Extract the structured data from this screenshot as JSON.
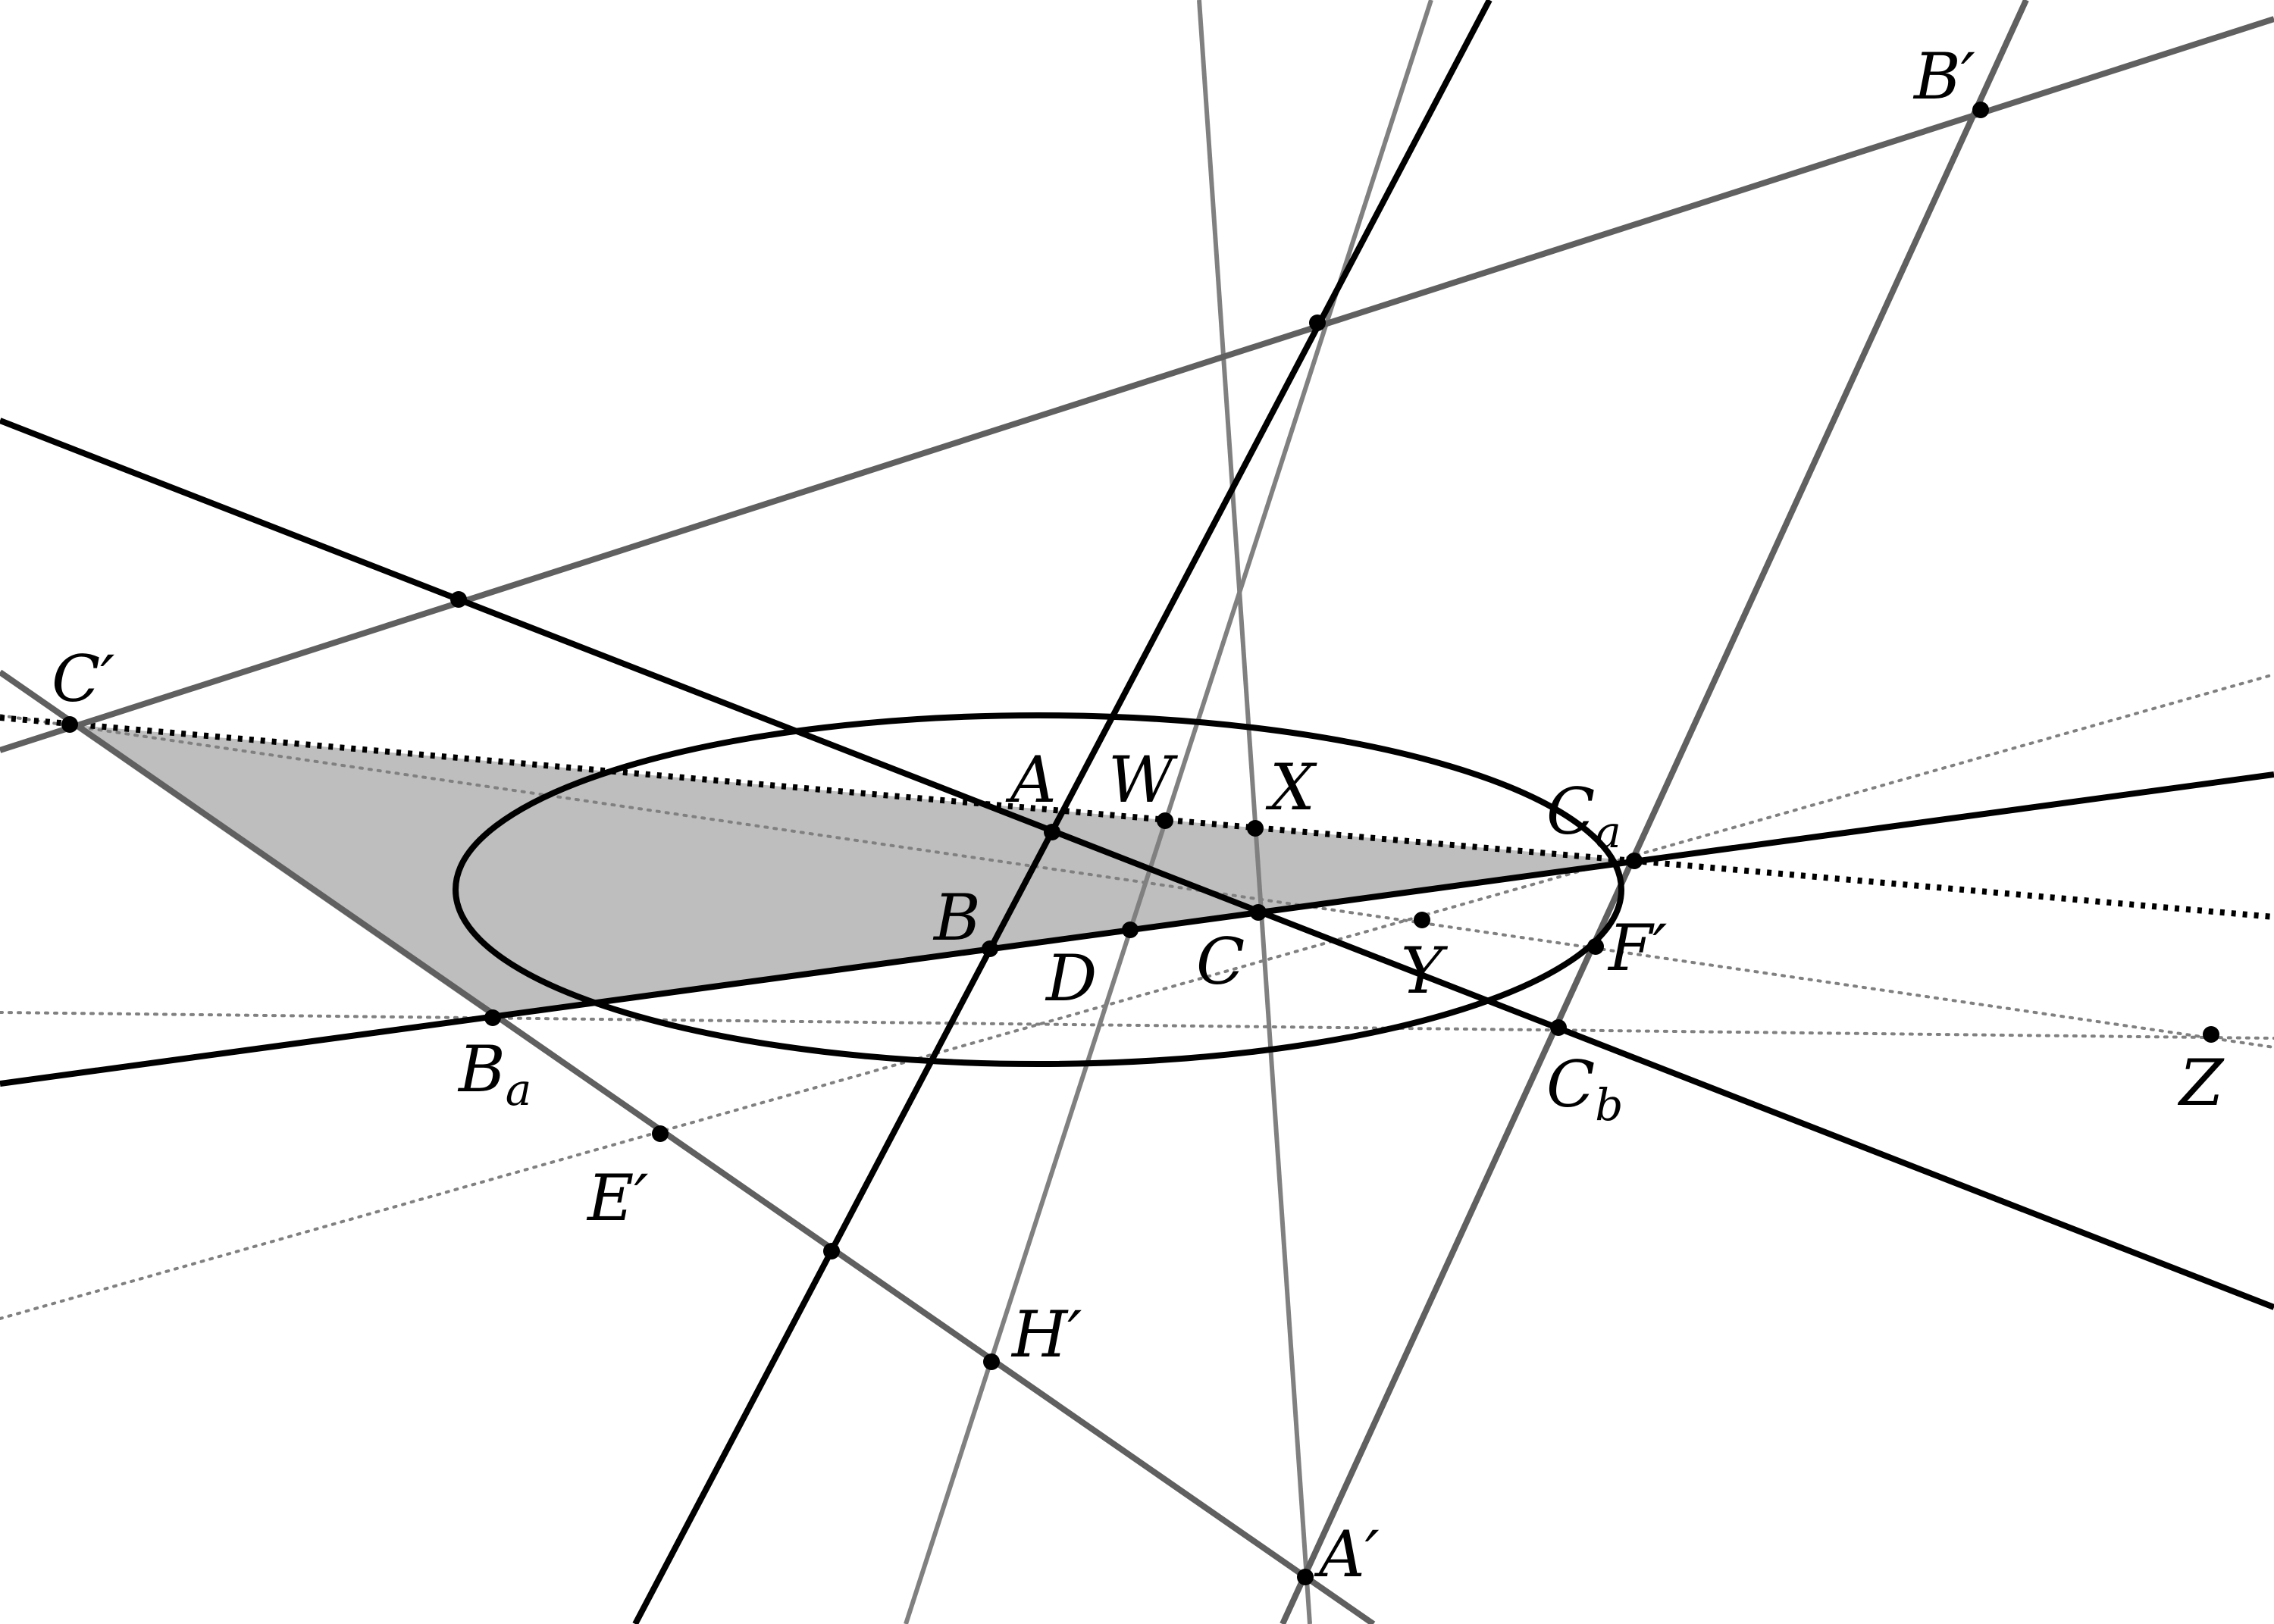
{
  "labels": {
    "A": "A",
    "B": "B",
    "C": "C",
    "D": "D",
    "W": "W",
    "X": "X",
    "Y": "Y",
    "Z": "Z",
    "Ca": "C",
    "Ca_sub": "a",
    "Ba": "B",
    "Ba_sub": "a",
    "Cb": "C",
    "Cb_sub": "b",
    "Aprime": "A′",
    "Bprime": "B′",
    "Cprime": "C′",
    "Eprime": "E′",
    "Fprime": "F′",
    "Hprime": "H′"
  },
  "colors": {
    "background": "#ffffff",
    "black_line": "#000000",
    "dark_gray_line": "#606060",
    "mid_gray_line": "#808080",
    "dotted_gray": "#808080",
    "triangle_fill": "#bebebe",
    "point": "#000000"
  }
}
